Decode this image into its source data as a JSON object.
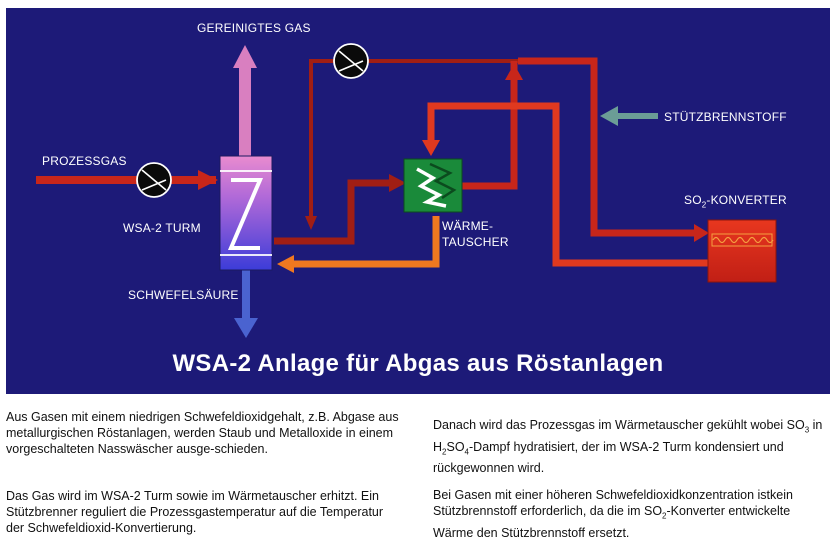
{
  "diagram": {
    "title": "WSA-2 Anlage für Abgas aus Röstanlagen",
    "labels": {
      "gereinigtes_gas": "GEREINIGTES GAS",
      "prozessgas": "PROZESSGAS",
      "wsa2_turm": "WSA-2 TURM",
      "schwefelsaeure": "SCHWEFELSÄURE",
      "waerme_line1": "WÄRME-",
      "waerme_line2": "TAUSCHER",
      "stuetzbrennstoff": "STÜTZBRENNSTOFF",
      "so2_prefix": "SO",
      "so2_sub": "2",
      "so2_suffix": "-KONVERTER"
    }
  },
  "text": {
    "left_p1": "Aus Gasen mit einem niedrigen Schwefeldioxidgehalt, z.B. Abgase aus metallurgischen Röstanlagen, werden Staub und Metalloxide in einem vorgeschalteten Nasswäscher ausge-schieden.",
    "left_p2": "Das Gas wird im WSA-2 Turm sowie im Wärmetauscher erhitzt. Ein Stützbrenner reguliert die Prozessgastemperatur auf die Temperatur der Schwefeldioxid-Konvertierung.",
    "right_p1": {
      "a": "Danach wird das Prozessgas im Wärmetauscher gekühlt wobei SO",
      "a_sub": "3",
      "b": " in H",
      "b_sub": "2",
      "c": "SO",
      "c_sub": "4",
      "d": "-Dampf hydratisiert, der im WSA-2 Turm kondensiert und rückgewonnen wird."
    },
    "right_p2": {
      "a": "Bei Gasen mit einer höheren Schwefeldioxidkonzentration istkein Stützbrennstoff erforderlich, da die im SO",
      "a_sub": "2",
      "b": "-Konverter entwickelte Wärme den Stützbrennstoff ersetzt."
    }
  },
  "colors": {
    "background": "#1d1a78",
    "hot_line": "#d42a1a",
    "warm_line": "#f07820",
    "dark_line": "#a11e14",
    "acid": "#4a63d0",
    "clean_gas": "#d97fc0",
    "fuel": "#6b9d96",
    "heat_exchanger": "#1a8a3a",
    "converter": "#d82b1c"
  }
}
